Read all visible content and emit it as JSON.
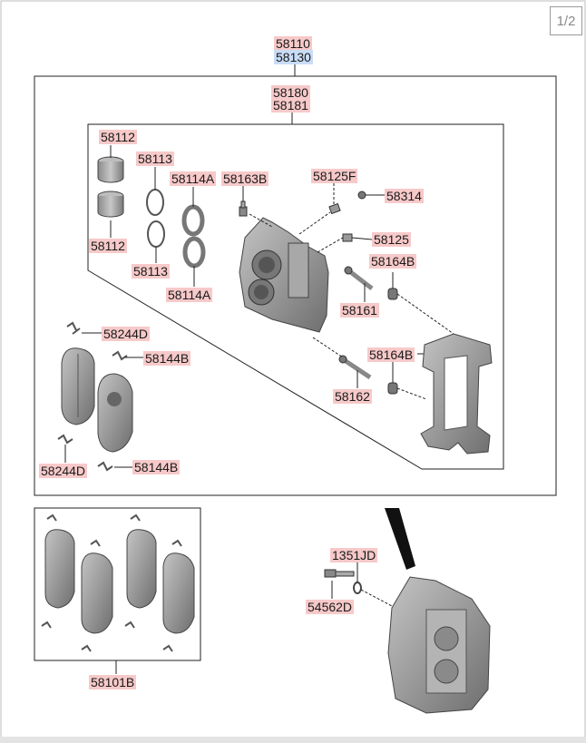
{
  "page_indicator": "1/2",
  "parts": {
    "assy_main": "58110",
    "assy_alt": "58130",
    "caliper_kit": "58180",
    "caliper_kit_alt": "58181",
    "piston_upper": "58112",
    "piston_lower": "58112",
    "piston_seal_upper": "58113",
    "piston_seal_lower": "58113",
    "boot_upper": "58114A",
    "boot_lower": "58114A",
    "bleeder_screw": "58163B",
    "guide_pin_bolt_f": "58125F",
    "bleeder_cap": "58314",
    "guide_pin_bolt": "58125",
    "pin_boot_upper": "58164B",
    "guide_rod_upper": "58161",
    "pin_boot_lower": "58164B",
    "guide_rod_lower": "58162",
    "pad_clip_upper": "58244D",
    "pad_shim_upper": "58144B",
    "pad_clip_lower": "58244D",
    "pad_shim_lower": "58144B",
    "pad_kit": "58101B",
    "nut_washer": "1351JD",
    "mount_bolt": "54562D"
  },
  "colors": {
    "label_bg": "#f7c9c9",
    "label_bg_selected": "#c9dcf7",
    "part_fill": "#9c9c9c",
    "line": "#222222"
  }
}
